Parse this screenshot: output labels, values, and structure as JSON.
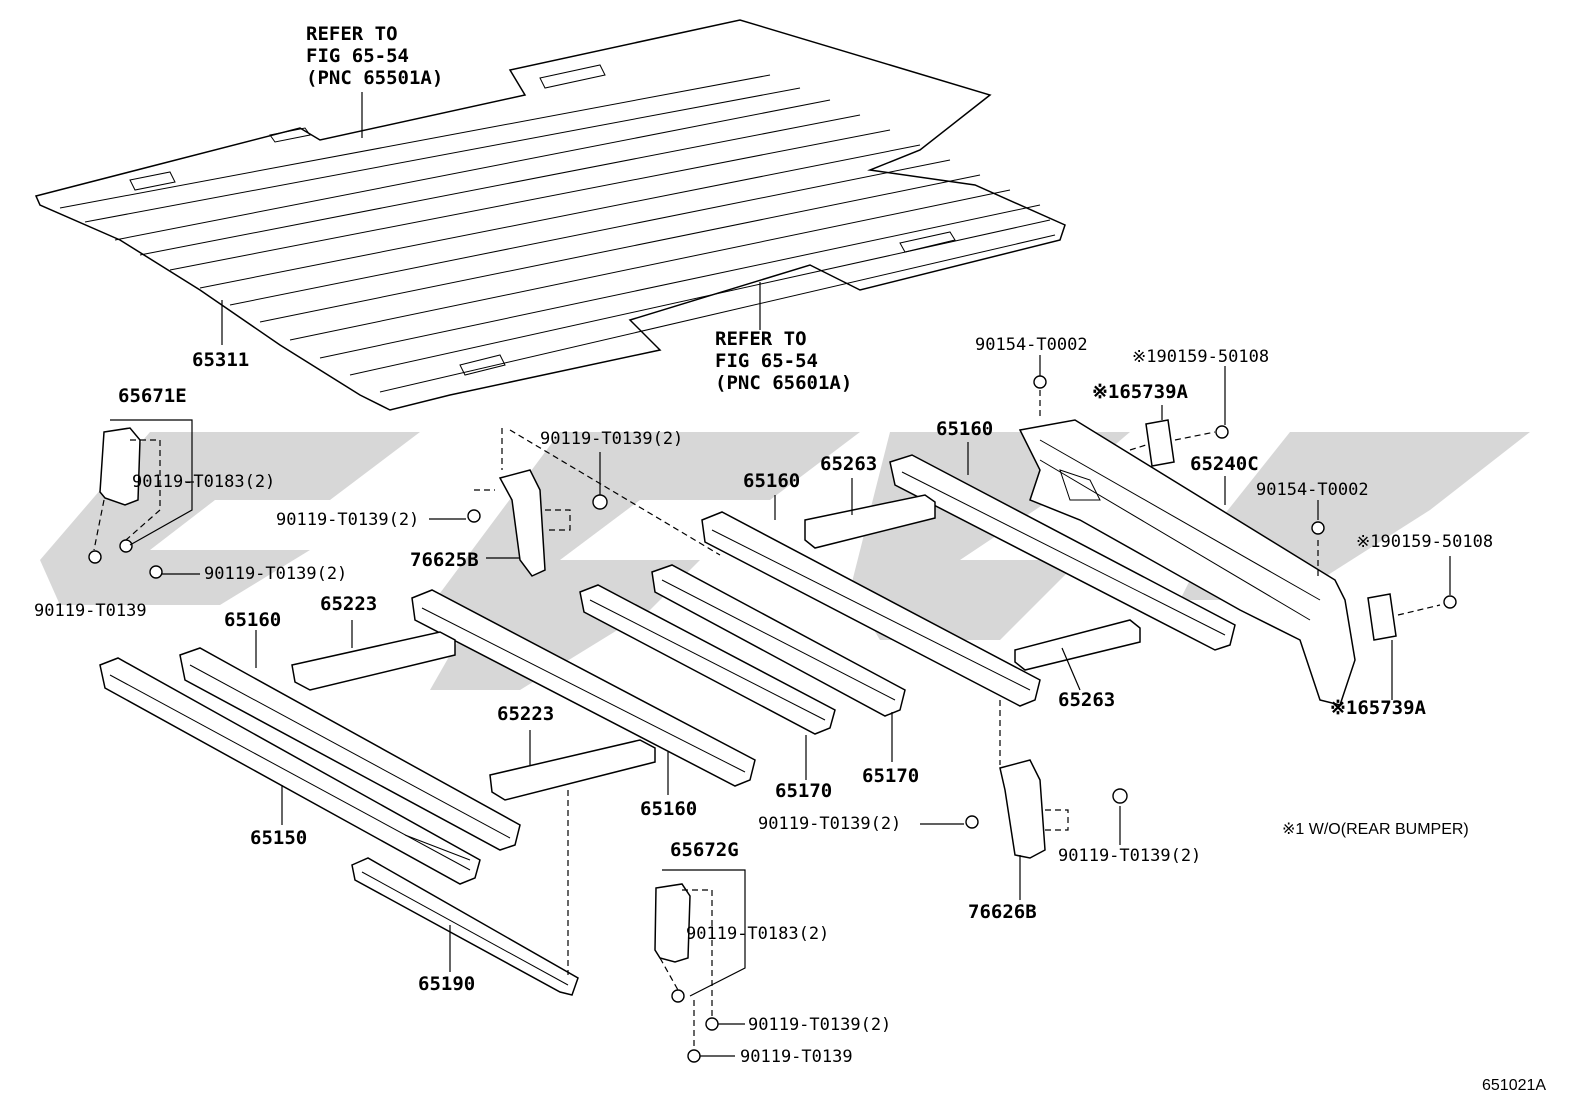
{
  "refer_top": [
    "REFER TO",
    "FIG 65-54",
    "(PNC 65501A)"
  ],
  "refer_mid": [
    "REFER TO",
    "FIG 65-54",
    "(PNC 65601A)"
  ],
  "labels": {
    "p65311": "65311",
    "p65671e": "65671E",
    "p90119_t0183_a": "90119-T0183(2)",
    "p90119_t0139_a": "90119-T0139",
    "p90119_t0139_2a": "90119-T0139(2)",
    "p90119_t0139_2b": "90119-T0139(2)",
    "p90119_t0139_2c": "90119-T0139(2)",
    "p76625b": "76625B",
    "p65160_a": "65160",
    "p65160_b": "65160",
    "p65160_c": "65160",
    "p65160_d": "65160",
    "p65263_a": "65263",
    "p65263_b": "65263",
    "p65223_a": "65223",
    "p65223_b": "65223",
    "p65150": "65150",
    "p65170_a": "65170",
    "p65170_b": "65170",
    "p65190": "65190",
    "p65672g": "65672G",
    "p90119_t0183_b": "90119-T0183(2)",
    "p90119_t0139_2d": "90119-T0139(2)",
    "p90119_t0139_b": "90119-T0139",
    "p90154_a": "90154-T0002",
    "p90154_b": "90154-T0002",
    "p190159_a": "※190159-50108",
    "p190159_b": "※190159-50108",
    "p165739a_a": "※165739A",
    "p165739a_b": "※165739A",
    "p65240c": "65240C",
    "p90119_t0139_2e": "90119-T0139(2)",
    "p90119_t0139_2f": "90119-T0139(2)",
    "p76626b": "76626B"
  },
  "footnote": "※1 W/O(REAR BUMPER)",
  "figure_code": "651021A",
  "colors": {
    "watermark": "#c9c9c9",
    "line": "#000000"
  }
}
